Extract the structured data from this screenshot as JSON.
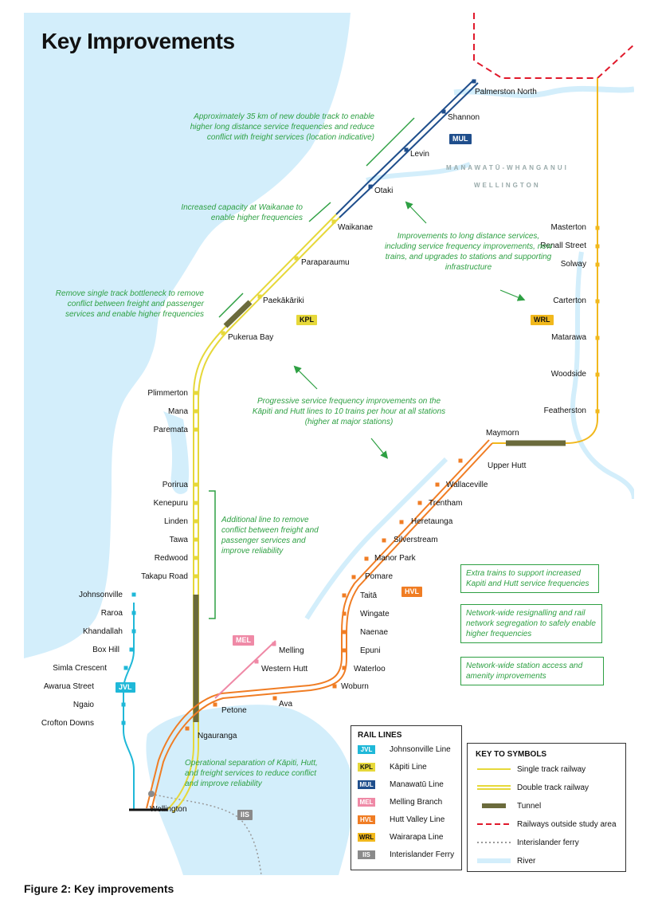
{
  "title": "Key Improvements",
  "caption": "Figure 2: Key improvements",
  "regions": {
    "north": "MANAWATŪ-WHANGANUI",
    "south": "WELLINGTON"
  },
  "colors": {
    "water": "#d3eefb",
    "jvl": "#1fb8d8",
    "kpl": "#e6d83a",
    "mul": "#1f4e8c",
    "mel": "#ef89a6",
    "hvl": "#f07d24",
    "wrl": "#f1b81c",
    "iis": "#8a8a8a",
    "annotation": "#2ea043",
    "outside": "#e0192b",
    "tunnel": "#6b6b3c"
  },
  "stations": {
    "palmerston_north": "Palmerston North",
    "shannon": "Shannon",
    "levin": "Levin",
    "otaki": "Otaki",
    "waikanae": "Waikanae",
    "paraparaumu": "Paraparaumu",
    "paekakariki": "Paekākāriki",
    "pukerua_bay": "Pukerua Bay",
    "plimmerton": "Plimmerton",
    "mana": "Mana",
    "paremata": "Paremata",
    "porirua": "Porirua",
    "kenepuru": "Kenepuru",
    "linden": "Linden",
    "tawa": "Tawa",
    "redwood": "Redwood",
    "takapu_road": "Takapu Road",
    "johnsonville": "Johnsonville",
    "raroa": "Raroa",
    "khandallah": "Khandallah",
    "box_hill": "Box Hill",
    "simla_crescent": "Simla Crescent",
    "awarua_street": "Awarua Street",
    "ngaio": "Ngaio",
    "crofton_downs": "Crofton Downs",
    "wellington": "Wellington",
    "ngauranga": "Ngauranga",
    "petone": "Petone",
    "ava": "Ava",
    "woburn": "Woburn",
    "waterloo": "Waterloo",
    "epuni": "Epuni",
    "naenae": "Naenae",
    "wingate": "Wingate",
    "taita": "Taitā",
    "pomare": "Pomare",
    "manor_park": "Manor Park",
    "silverstream": "Silverstream",
    "heretaunga": "Heretaunga",
    "trentham": "Trentham",
    "wallaceville": "Wallaceville",
    "upper_hutt": "Upper Hutt",
    "maymorn": "Maymorn",
    "featherston": "Featherston",
    "woodside": "Woodside",
    "matarawa": "Matarawa",
    "carterton": "Carterton",
    "solway": "Solway",
    "renall_street": "Renall Street",
    "masterton": "Masterton",
    "melling": "Melling",
    "western_hutt": "Western Hutt"
  },
  "line_badges": {
    "mul": "MUL",
    "kpl": "KPL",
    "wrl": "WRL",
    "hvl": "HVL",
    "mel": "MEL",
    "jvl": "JVL",
    "iis": "IIS"
  },
  "annotations": {
    "double_track": "Approximately 35 km of new double track to enable higher long distance service frequencies and reduce conflict with freight services (location indicative)",
    "waikanae": "Increased capacity at Waikanae to enable higher frequencies",
    "bottleneck": "Remove single track bottleneck to remove conflict between freight and passenger services and enable higher frequencies",
    "long_distance": "Improvements to long distance services, including service frequency improvements, new trains, and upgrades to stations and supporting infrastructure",
    "progressive": "Progressive service frequency improvements on the Kāpiti and Hutt lines to 10 trains per hour at all stations (higher at major stations)",
    "additional_line": "Additional line to remove conflict between freight and passenger services and improve reliability",
    "separation": "Operational separation of Kāpiti, Hutt, and freight services to reduce conflict and improve reliability"
  },
  "boxes": [
    "Extra trains to support increased Kapiti and Hutt service frequencies",
    "Network-wide resignalling and rail network segregation to safely enable higher frequencies",
    "Network-wide station access and amenity improvements"
  ],
  "rail_lines_legend": {
    "title": "RAIL LINES",
    "items": [
      {
        "code": "JVL",
        "name": "Johnsonville Line",
        "color": "#1fb8d8",
        "text": "#ffffff"
      },
      {
        "code": "KPL",
        "name": "Kāpiti Line",
        "color": "#e6d83a",
        "text": "#111111"
      },
      {
        "code": "MUL",
        "name": "Manawatū Line",
        "color": "#1f4e8c",
        "text": "#ffffff"
      },
      {
        "code": "MEL",
        "name": "Melling Branch",
        "color": "#ef89a6",
        "text": "#ffffff"
      },
      {
        "code": "HVL",
        "name": "Hutt Valley Line",
        "color": "#f07d24",
        "text": "#ffffff"
      },
      {
        "code": "WRL",
        "name": "Wairarapa Line",
        "color": "#f1b81c",
        "text": "#111111"
      },
      {
        "code": "IIS",
        "name": "Interislander Ferry",
        "color": "#8a8a8a",
        "text": "#ffffff"
      }
    ]
  },
  "symbols_legend": {
    "title": "KEY TO SYMBOLS",
    "items": [
      "Single track railway",
      "Double track railway",
      "Tunnel",
      "Railways outside study area",
      "Interislander ferry",
      "River"
    ]
  }
}
